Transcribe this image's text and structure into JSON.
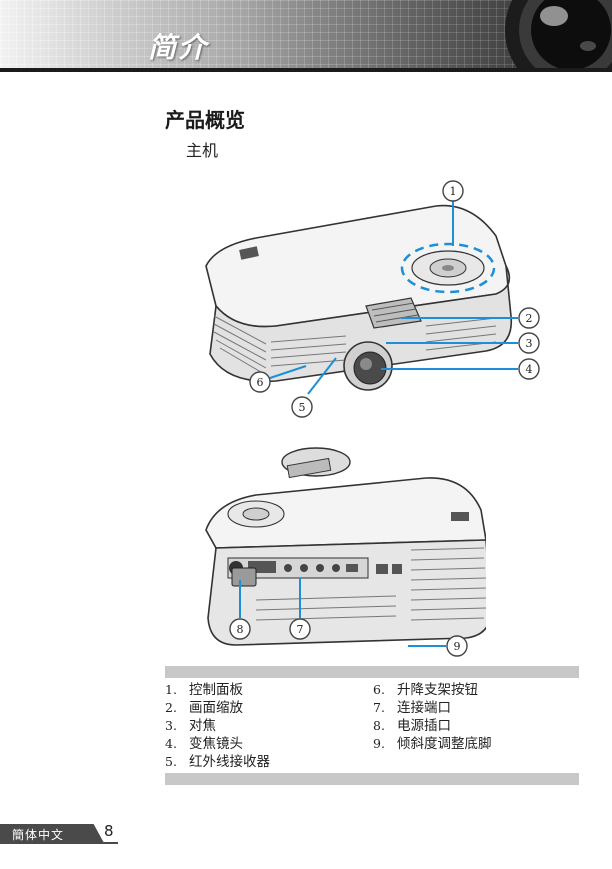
{
  "header": {
    "section_title": "简介"
  },
  "page_heading": "产品概览",
  "subheading": "主机",
  "callouts_top": [
    "1",
    "2",
    "3",
    "4",
    "5",
    "6"
  ],
  "callouts_bottom": [
    "7",
    "8",
    "9"
  ],
  "legend_left": [
    {
      "num": "1.",
      "label": "控制面板"
    },
    {
      "num": "2.",
      "label": "画面缩放"
    },
    {
      "num": "3.",
      "label": "对焦"
    },
    {
      "num": "4.",
      "label": "变焦镜头"
    },
    {
      "num": "5.",
      "label": "红外线接收器"
    }
  ],
  "legend_right": [
    {
      "num": "6.",
      "label": "升降支架按钮"
    },
    {
      "num": "7.",
      "label": "连接端口"
    },
    {
      "num": "8.",
      "label": "电源插口"
    },
    {
      "num": "9.",
      "label": "倾斜度调整底脚"
    }
  ],
  "footer": {
    "language": "簡体中文",
    "page_number": "8"
  },
  "colors": {
    "callout_line": "#1e8fd6",
    "header_dark": "#1b1b1b",
    "bar_gray": "#c8c8c8"
  }
}
